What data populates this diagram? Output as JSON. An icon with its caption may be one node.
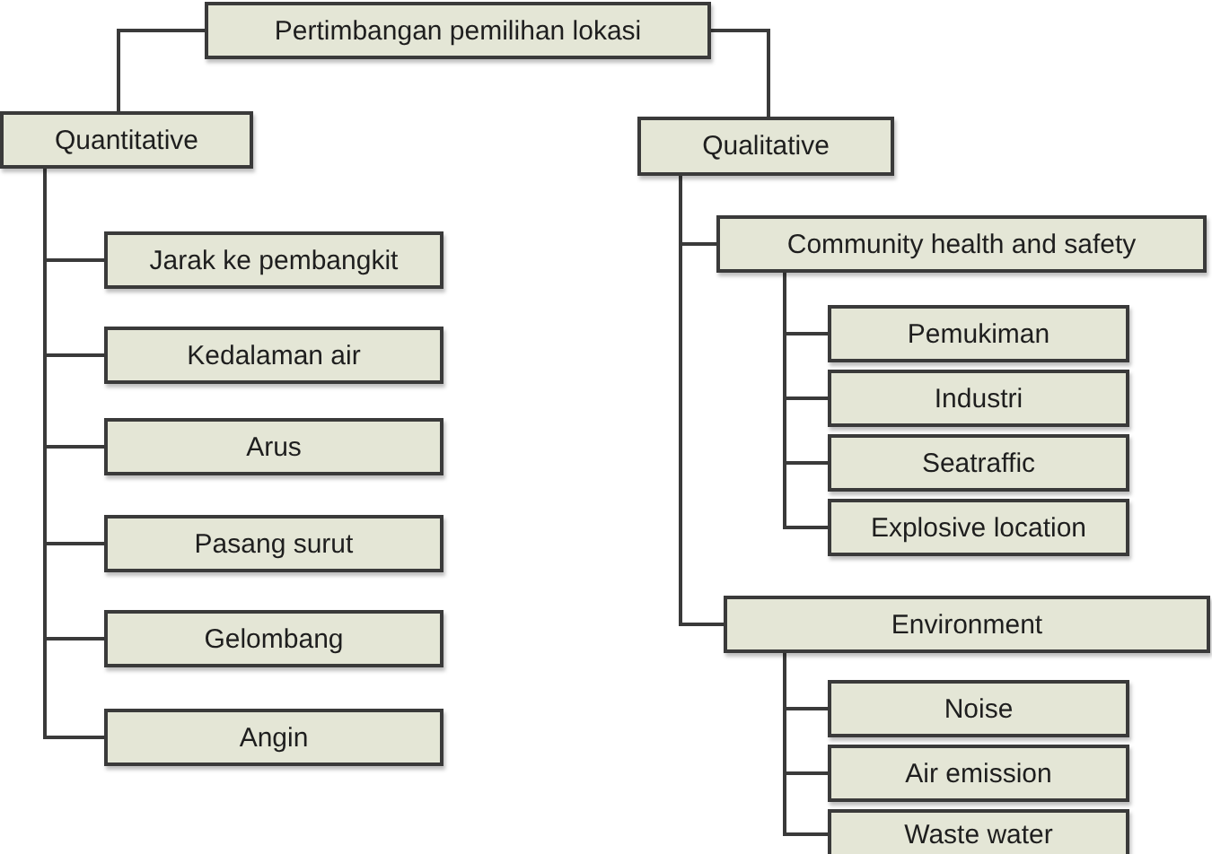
{
  "diagram": {
    "nodes": [
      {
        "text": [
          "Pertimbangan pemilihan lokasi"
        ]
      },
      {
        "text": [
          "Quantitative"
        ]
      },
      {
        "text": [
          "Jarak ke pembangkit"
        ]
      },
      {
        "text": [
          "Kedalaman air"
        ]
      },
      {
        "text": [
          "Arus"
        ]
      },
      {
        "text": [
          "Pasang surut"
        ]
      },
      {
        "text": [
          "Gelombang"
        ]
      },
      {
        "text": [
          "Angin"
        ]
      },
      {
        "text": [
          "Qualitative"
        ]
      },
      {
        "text": [
          "Community health and safety"
        ]
      },
      {
        "text": [
          "Pemukiman"
        ]
      },
      {
        "text": [
          "Industri"
        ]
      },
      {
        "text": [
          "Seatraffic"
        ]
      },
      {
        "text": [
          "Explosive location"
        ]
      },
      {
        "text": [
          "Environment"
        ]
      },
      {
        "text": [
          "Noise"
        ]
      },
      {
        "text": [
          "Air emission"
        ]
      },
      {
        "text": [
          "Waste water"
        ]
      }
    ],
    "edges": [
      {
        "from": 0,
        "to": 1,
        "arrow": "none"
      },
      {
        "from": 0,
        "to": 8,
        "arrow": "none"
      },
      {
        "from": 1,
        "to": 2,
        "arrow": "none"
      },
      {
        "from": 1,
        "to": 3,
        "arrow": "none"
      },
      {
        "from": 1,
        "to": 4,
        "arrow": "none"
      },
      {
        "from": 1,
        "to": 5,
        "arrow": "none"
      },
      {
        "from": 1,
        "to": 6,
        "arrow": "none"
      },
      {
        "from": 1,
        "to": 7,
        "arrow": "none"
      },
      {
        "from": 8,
        "to": 9,
        "arrow": "none"
      },
      {
        "from": 8,
        "to": 14,
        "arrow": "none"
      },
      {
        "from": 9,
        "to": 10,
        "arrow": "none"
      },
      {
        "from": 9,
        "to": 11,
        "arrow": "none"
      },
      {
        "from": 9,
        "to": 12,
        "arrow": "none"
      },
      {
        "from": 9,
        "to": 13,
        "arrow": "none"
      },
      {
        "from": 14,
        "to": 15,
        "arrow": "none"
      },
      {
        "from": 14,
        "to": 16,
        "arrow": "none"
      },
      {
        "from": 14,
        "to": 17,
        "arrow": "none"
      }
    ]
  }
}
